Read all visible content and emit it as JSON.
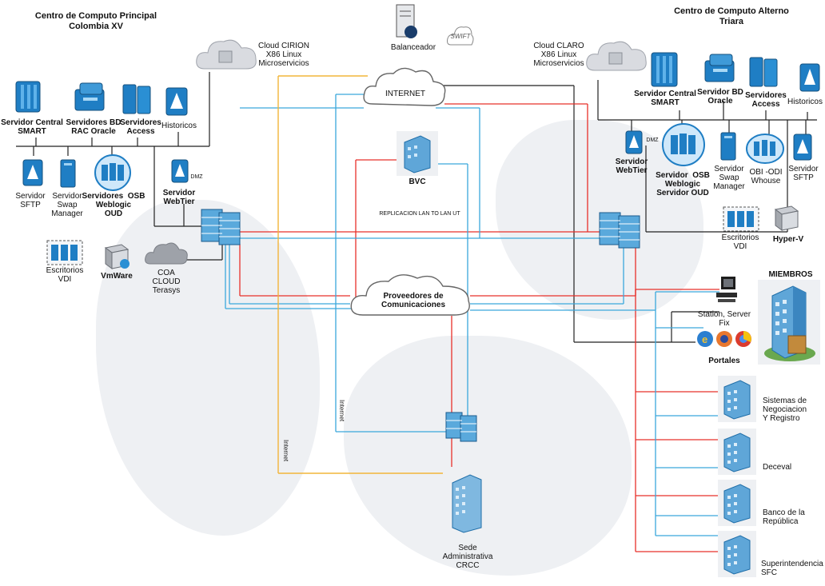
{
  "titles": {
    "principal": "Centro de Computo Principal\nColombia XV",
    "alterno": "Centro de Computo Alterno\nTriara"
  },
  "left": {
    "cloud": "Cloud CIRION\nX86 Linux\nMicroservicios",
    "smart": "Servidor Central\nSMART",
    "bd": "Servidores BD\nRAC Oracle",
    "access": "Servidores\nAccess",
    "historicos": "Historicos",
    "sftp": "Servidor\nSFTP",
    "swap": "Servidor\nSwap\nManager",
    "osb": "Servidores  OSB\nWeblogic\nOUD",
    "webtier": "Servidor\nWebTier",
    "dmz": "DMZ",
    "vdi": "Escritorios\nVDI",
    "vmware": "VmWare",
    "coa": "COA\nCLOUD\nTerasys"
  },
  "center": {
    "balanceador": "Balanceador",
    "swift": "SWIFT",
    "internet": "INTERNET",
    "bvc": "BVC",
    "replicacion": "REPLICACION LAN TO LAN UT",
    "proveedores": "Proveedores de\nComunicaciones",
    "internet_v1": "Internet",
    "internet_v2": "Internet",
    "sede": "Sede\nAdministrativa\nCRCC"
  },
  "right": {
    "cloud": "Cloud CLARO\nX86 Linux\nMicroservicios",
    "smart": "Servidor Central\nSMART",
    "bd": "Servidor BD\nOracle",
    "access": "Servidores\nAccess",
    "historicos": "Historicos",
    "webtier": "Servidor\nWebTier",
    "dmz": "DMZ",
    "osb": "Servidor  OSB\nWeblogic\nServidor OUD",
    "swap": "Servidor\nSwap\nManager",
    "obi": "OBI -ODI\nWhouse",
    "sftp": "Servidor\nSFTP",
    "vdi": "Escritorios\nVDI",
    "hyperv": "Hyper-V"
  },
  "members": {
    "title": "MIEMBROS",
    "station": "Station, Server\nFix",
    "portales": "Portales",
    "sistemas": "Sistemas de\nNegociacion\nY Registro",
    "deceval": "Deceval",
    "banco": "Banco de la\nRepública",
    "super": "Superintendencia\nSFC"
  },
  "colors": {
    "red": "#e8302a",
    "blue": "#3aa8dc",
    "yellow": "#f2b53a",
    "black": "#222222",
    "server": "#1f7ec4"
  }
}
